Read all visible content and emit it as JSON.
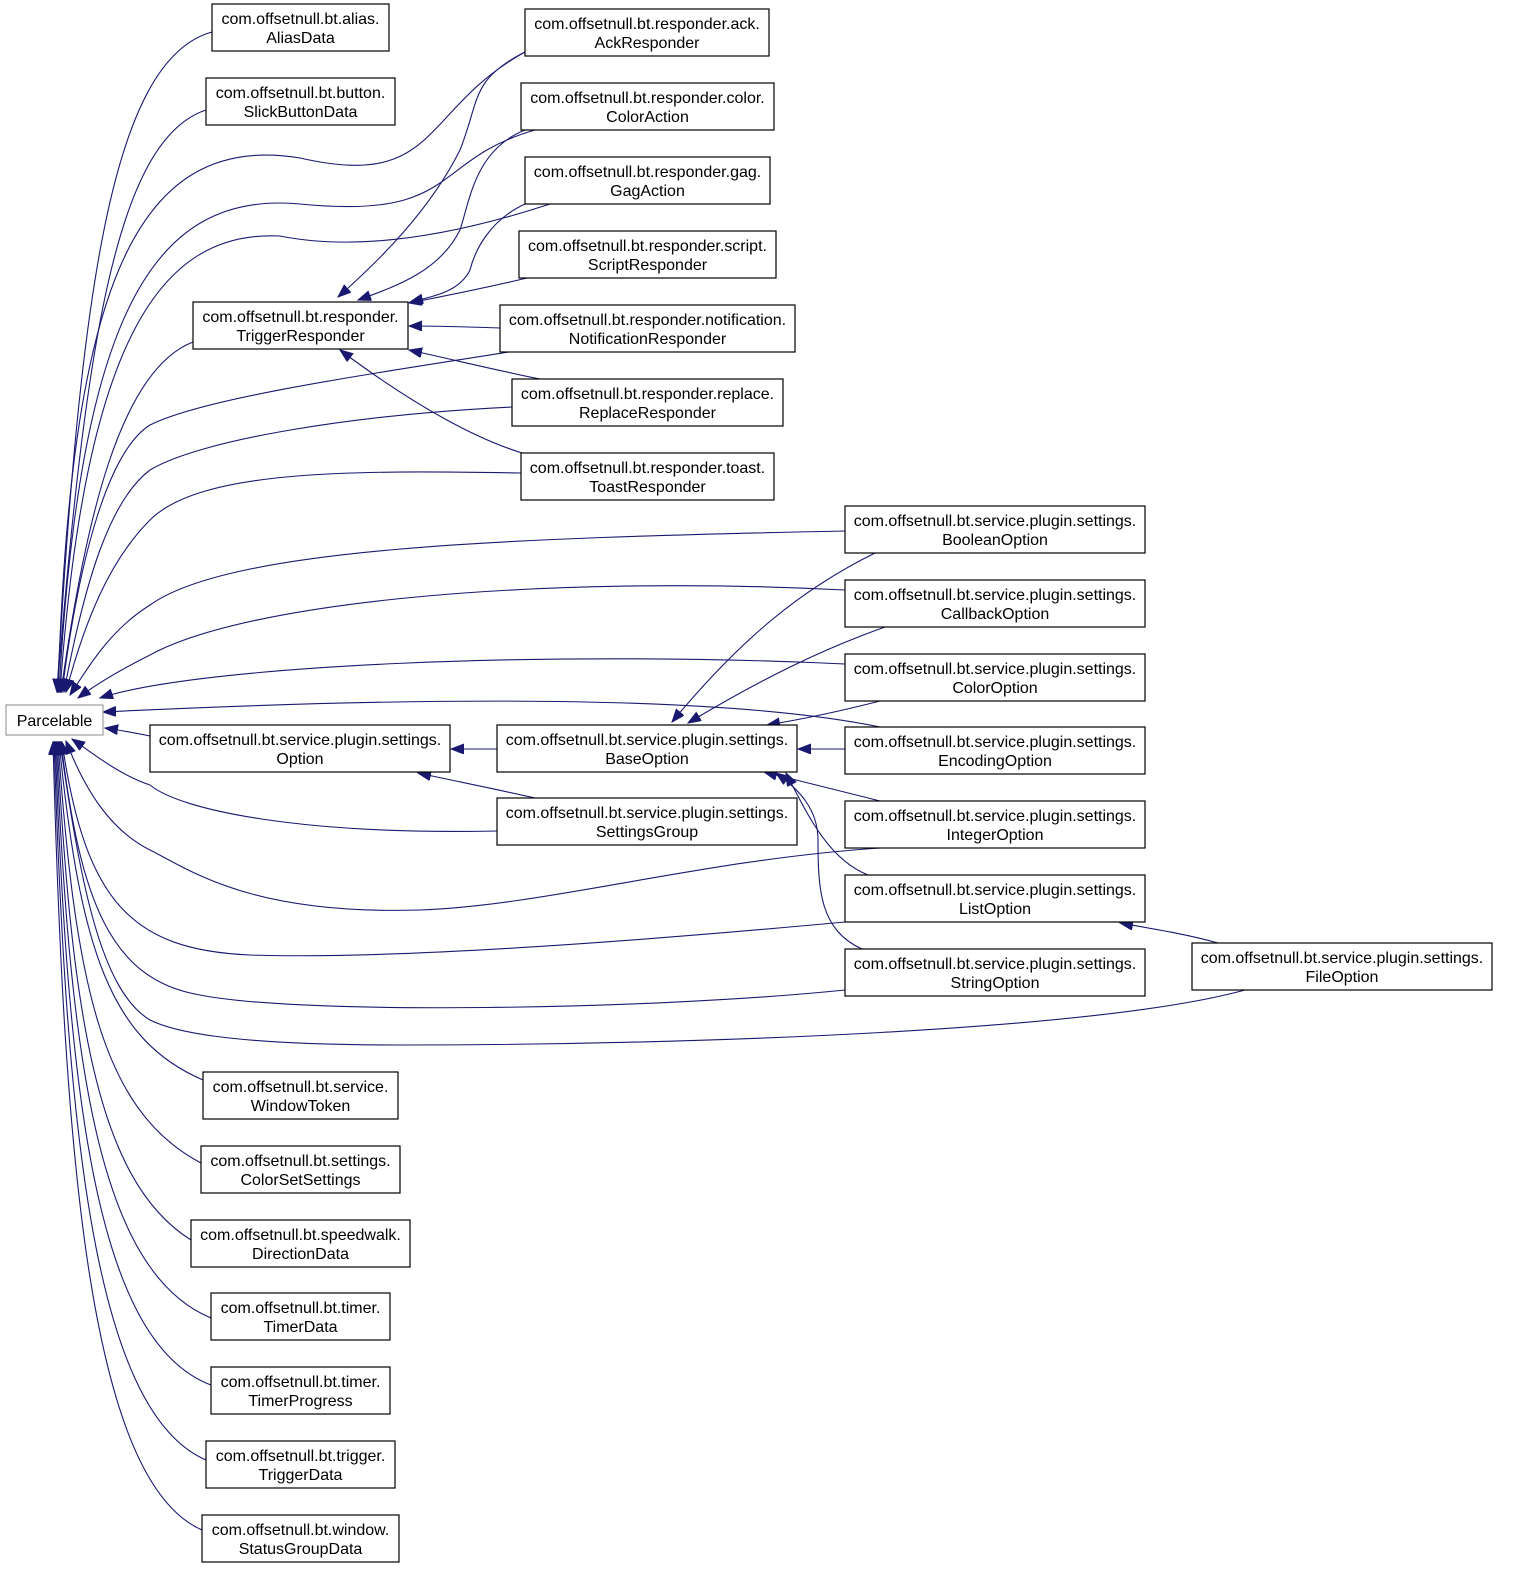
{
  "diagram": {
    "edge_color": "#191970",
    "root": {
      "id": "parcelable",
      "lines": [
        "Parcelable"
      ]
    },
    "nodes": [
      {
        "id": "alias-data",
        "lines": [
          "com.offsetnull.bt.alias.",
          "AliasData"
        ]
      },
      {
        "id": "slick-button-data",
        "lines": [
          "com.offsetnull.bt.button.",
          "SlickButtonData"
        ]
      },
      {
        "id": "ack-responder",
        "lines": [
          "com.offsetnull.bt.responder.ack.",
          "AckResponder"
        ]
      },
      {
        "id": "color-action",
        "lines": [
          "com.offsetnull.bt.responder.color.",
          "ColorAction"
        ]
      },
      {
        "id": "gag-action",
        "lines": [
          "com.offsetnull.bt.responder.gag.",
          "GagAction"
        ]
      },
      {
        "id": "script-responder",
        "lines": [
          "com.offsetnull.bt.responder.script.",
          "ScriptResponder"
        ]
      },
      {
        "id": "trigger-responder",
        "lines": [
          "com.offsetnull.bt.responder.",
          "TriggerResponder"
        ]
      },
      {
        "id": "notification-responder",
        "lines": [
          "com.offsetnull.bt.responder.notification.",
          "NotificationResponder"
        ]
      },
      {
        "id": "replace-responder",
        "lines": [
          "com.offsetnull.bt.responder.replace.",
          "ReplaceResponder"
        ]
      },
      {
        "id": "toast-responder",
        "lines": [
          "com.offsetnull.bt.responder.toast.",
          "ToastResponder"
        ]
      },
      {
        "id": "boolean-option",
        "lines": [
          "com.offsetnull.bt.service.plugin.settings.",
          "BooleanOption"
        ]
      },
      {
        "id": "callback-option",
        "lines": [
          "com.offsetnull.bt.service.plugin.settings.",
          "CallbackOption"
        ]
      },
      {
        "id": "color-option",
        "lines": [
          "com.offsetnull.bt.service.plugin.settings.",
          "ColorOption"
        ]
      },
      {
        "id": "option",
        "lines": [
          "com.offsetnull.bt.service.plugin.settings.",
          "Option"
        ]
      },
      {
        "id": "base-option",
        "lines": [
          "com.offsetnull.bt.service.plugin.settings.",
          "BaseOption"
        ]
      },
      {
        "id": "encoding-option",
        "lines": [
          "com.offsetnull.bt.service.plugin.settings.",
          "EncodingOption"
        ]
      },
      {
        "id": "settings-group",
        "lines": [
          "com.offsetnull.bt.service.plugin.settings.",
          "SettingsGroup"
        ]
      },
      {
        "id": "integer-option",
        "lines": [
          "com.offsetnull.bt.service.plugin.settings.",
          "IntegerOption"
        ]
      },
      {
        "id": "list-option",
        "lines": [
          "com.offsetnull.bt.service.plugin.settings.",
          "ListOption"
        ]
      },
      {
        "id": "file-option",
        "lines": [
          "com.offsetnull.bt.service.plugin.settings.",
          "FileOption"
        ]
      },
      {
        "id": "string-option",
        "lines": [
          "com.offsetnull.bt.service.plugin.settings.",
          "StringOption"
        ]
      },
      {
        "id": "window-token",
        "lines": [
          "com.offsetnull.bt.service.",
          "WindowToken"
        ]
      },
      {
        "id": "color-set-settings",
        "lines": [
          "com.offsetnull.bt.settings.",
          "ColorSetSettings"
        ]
      },
      {
        "id": "direction-data",
        "lines": [
          "com.offsetnull.bt.speedwalk.",
          "DirectionData"
        ]
      },
      {
        "id": "timer-data",
        "lines": [
          "com.offsetnull.bt.timer.",
          "TimerData"
        ]
      },
      {
        "id": "timer-progress",
        "lines": [
          "com.offsetnull.bt.timer.",
          "TimerProgress"
        ]
      },
      {
        "id": "trigger-data",
        "lines": [
          "com.offsetnull.bt.trigger.",
          "TriggerData"
        ]
      },
      {
        "id": "status-group-data",
        "lines": [
          "com.offsetnull.bt.window.",
          "StatusGroupData"
        ]
      }
    ],
    "edges": [
      {
        "from": "alias-data",
        "to": "parcelable"
      },
      {
        "from": "slick-button-data",
        "to": "parcelable"
      },
      {
        "from": "ack-responder",
        "to": "parcelable"
      },
      {
        "from": "color-action",
        "to": "parcelable"
      },
      {
        "from": "gag-action",
        "to": "parcelable"
      },
      {
        "from": "trigger-responder",
        "to": "parcelable"
      },
      {
        "from": "notification-responder",
        "to": "parcelable"
      },
      {
        "from": "replace-responder",
        "to": "parcelable"
      },
      {
        "from": "toast-responder",
        "to": "parcelable"
      },
      {
        "from": "boolean-option",
        "to": "parcelable"
      },
      {
        "from": "callback-option",
        "to": "parcelable"
      },
      {
        "from": "color-option",
        "to": "parcelable"
      },
      {
        "from": "encoding-option",
        "to": "parcelable"
      },
      {
        "from": "option",
        "to": "parcelable"
      },
      {
        "from": "settings-group",
        "to": "parcelable"
      },
      {
        "from": "integer-option",
        "to": "parcelable"
      },
      {
        "from": "list-option",
        "to": "parcelable"
      },
      {
        "from": "string-option",
        "to": "parcelable"
      },
      {
        "from": "file-option",
        "to": "parcelable"
      },
      {
        "from": "window-token",
        "to": "parcelable"
      },
      {
        "from": "color-set-settings",
        "to": "parcelable"
      },
      {
        "from": "direction-data",
        "to": "parcelable"
      },
      {
        "from": "timer-data",
        "to": "parcelable"
      },
      {
        "from": "timer-progress",
        "to": "parcelable"
      },
      {
        "from": "trigger-data",
        "to": "parcelable"
      },
      {
        "from": "status-group-data",
        "to": "parcelable"
      },
      {
        "from": "ack-responder",
        "to": "trigger-responder"
      },
      {
        "from": "color-action",
        "to": "trigger-responder"
      },
      {
        "from": "gag-action",
        "to": "trigger-responder"
      },
      {
        "from": "script-responder",
        "to": "trigger-responder"
      },
      {
        "from": "notification-responder",
        "to": "trigger-responder"
      },
      {
        "from": "replace-responder",
        "to": "trigger-responder"
      },
      {
        "from": "toast-responder",
        "to": "trigger-responder"
      },
      {
        "from": "base-option",
        "to": "option"
      },
      {
        "from": "settings-group",
        "to": "option"
      },
      {
        "from": "boolean-option",
        "to": "base-option"
      },
      {
        "from": "callback-option",
        "to": "base-option"
      },
      {
        "from": "color-option",
        "to": "base-option"
      },
      {
        "from": "encoding-option",
        "to": "base-option"
      },
      {
        "from": "integer-option",
        "to": "base-option"
      },
      {
        "from": "list-option",
        "to": "base-option"
      },
      {
        "from": "string-option",
        "to": "base-option"
      },
      {
        "from": "file-option",
        "to": "list-option"
      }
    ]
  }
}
